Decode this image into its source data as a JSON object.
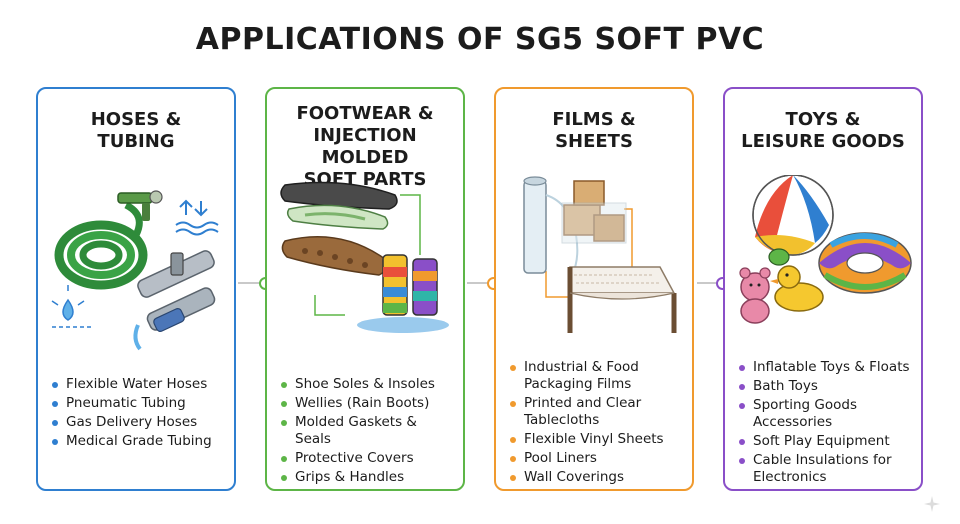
{
  "title": "APPLICATIONS OF SG5 SOFT PVC",
  "colors": {
    "blue": "#2f7fd0",
    "green": "#5db547",
    "orange": "#f09a2e",
    "purple": "#8a4fc8"
  },
  "cards": [
    {
      "title": "HOSES &\nTUBING",
      "icons": [
        "garden-hose-icon",
        "spray-nozzle-icon",
        "water-level-icon",
        "metal-pipe-icon",
        "water-drop-icon"
      ],
      "items": [
        "Flexible Water Hoses",
        "Pneumatic Tubing",
        "Gas Delivery Hoses",
        "Medical Grade Tubing"
      ]
    },
    {
      "title": "FOOTWEAR &\nINJECTION MOLDED\nSOFT PARTS",
      "icons": [
        "shoe-sole-icon",
        "insole-icon",
        "rain-boots-icon"
      ],
      "items": [
        "Shoe Soles & Insoles",
        "Wellies (Rain Boots)",
        "Molded Gaskets & Seals",
        "Protective Covers",
        "Grips & Handles"
      ]
    },
    {
      "title": "FILMS &\nSHEETS",
      "icons": [
        "film-roll-icon",
        "packaged-boxes-icon",
        "tablecloth-icon"
      ],
      "items": [
        "Industrial & Food\nPackaging Films",
        "Printed and Clear\nTablecloths",
        "Flexible Vinyl Sheets",
        "Pool Liners",
        "Wall Coverings"
      ]
    },
    {
      "title": "TOYS &\nLEISURE GOODS",
      "icons": [
        "beach-ball-icon",
        "swim-ring-icon",
        "rubber-duck-icon",
        "teddy-bear-icon"
      ],
      "items": [
        "Inflatable Toys & Floats",
        "Bath Toys",
        "Sporting Goods\nAccessories",
        "Soft Play Equipment",
        "Cable Insulations for\nElectronics"
      ]
    }
  ]
}
